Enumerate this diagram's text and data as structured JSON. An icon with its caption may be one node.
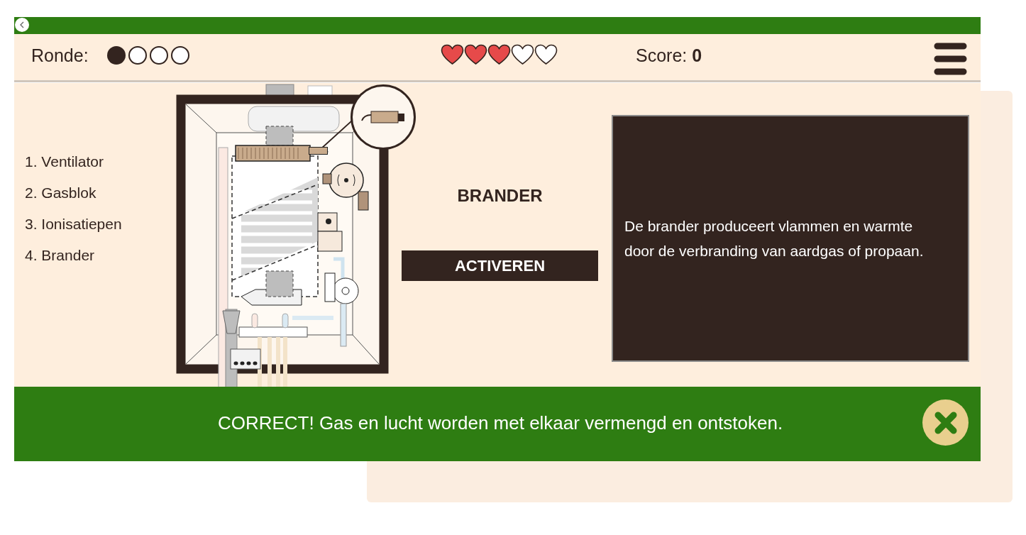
{
  "diagram": {
    "nodes": [
      {
        "text": [],
        "shape": "bar"
      },
      {
        "text": [],
        "shape": "circle"
      },
      {
        "text": [
          "De brander produceert vlammen en warmte door de verbranding van aardgas of propaan."
        ]
      }
    ],
    "edges": [
      {
        "from": 0,
        "to": 1,
        "arrow": "none"
      }
    ],
    "labels": [
      "Ronde:",
      "Score: **0**",
      "1. Ventilator",
      "2. Gasblok",
      "3. Ionisatiepen",
      "4. Brander",
      "BRANDER",
      "ACTIVEREN",
      "CORRECT! Gas en lucht worden met elkaar vermengd en ontstoken."
    ]
  }
}
